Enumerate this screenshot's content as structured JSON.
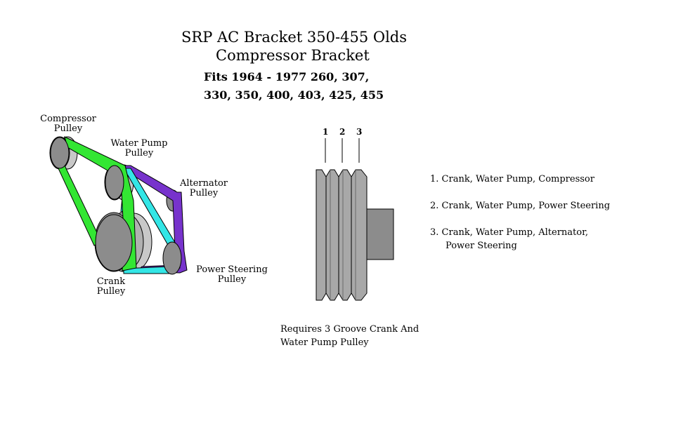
{
  "title": {
    "line1": "SRP AC Bracket 350-455 Olds",
    "line2": "Compressor Bracket",
    "fits_line1": "Fits 1964 - 1977  260, 307,",
    "fits_line2": "330, 350, 400, 403, 425, 455"
  },
  "pulleys": {
    "compressor": [
      "Compressor",
      "Pulley"
    ],
    "water_pump": [
      "Water Pump",
      "Pulley"
    ],
    "alternator": [
      "Alternator",
      "Pulley"
    ],
    "power_steering": [
      "Power Steering",
      "Pulley"
    ],
    "crank": [
      "Crank",
      "Pulley"
    ]
  },
  "grooves": [
    "1",
    "2",
    "3"
  ],
  "legend": {
    "item1": "1. Crank, Water Pump, Compressor",
    "item2": "2.  Crank, Water Pump, Power Steering",
    "item3_line1": "3.  Crank, Water Pump, Alternator,",
    "item3_line2": "Power Steering"
  },
  "note": {
    "line1": "Requires 3 Groove Crank And",
    "line2": "Water Pump Pulley"
  },
  "colors": {
    "belt_green": "#33e633",
    "belt_cyan": "#33e6e6",
    "belt_purple": "#7733cc",
    "pulley_gray": "#8c8c8c",
    "pulley_light": "#c8c8c8"
  }
}
